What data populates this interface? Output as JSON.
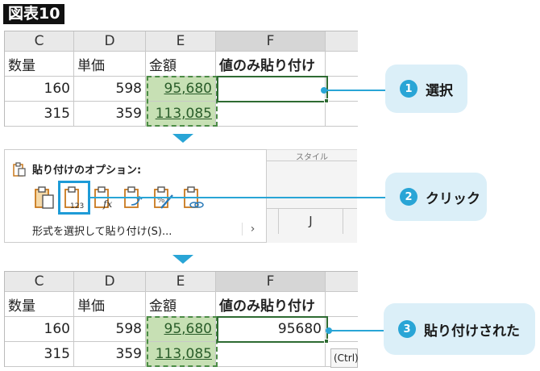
{
  "figure_label": "図表10",
  "colors": {
    "accent": "#29a5d6",
    "selection": "#2e6b32",
    "copy_fill": "#c7e0b4",
    "bubble": "#dbeff8"
  },
  "top_sheet": {
    "columns": [
      "C",
      "D",
      "E",
      "F"
    ],
    "header_row": [
      "数量",
      "単価",
      "金額",
      "値のみ貼り付け"
    ],
    "rows": [
      [
        "160",
        "598",
        "95,680",
        ""
      ],
      [
        "315",
        "359",
        "113,085",
        ""
      ]
    ]
  },
  "paste_menu": {
    "title": "貼り付けのオプション:",
    "icons": [
      "paste-icon",
      "paste-values-icon",
      "paste-formulas-icon",
      "paste-transpose-icon",
      "paste-formatting-icon",
      "paste-link-icon"
    ],
    "special_label": "形式を選択して貼り付け(S)...",
    "chevron": "›",
    "behind_header": "スタイル",
    "behind_column": "J"
  },
  "bottom_sheet": {
    "columns": [
      "C",
      "D",
      "E",
      "F"
    ],
    "header_row": [
      "数量",
      "単価",
      "金額",
      "値のみ貼り付け"
    ],
    "rows": [
      [
        "160",
        "598",
        "95,680",
        "95680"
      ],
      [
        "315",
        "359",
        "113,085",
        ""
      ]
    ],
    "paste_tag": "(Ctrl)"
  },
  "callouts": [
    {
      "number": "1",
      "text": "選択"
    },
    {
      "number": "2",
      "text": "クリック"
    },
    {
      "number": "3",
      "text": "貼り付けされた"
    }
  ]
}
